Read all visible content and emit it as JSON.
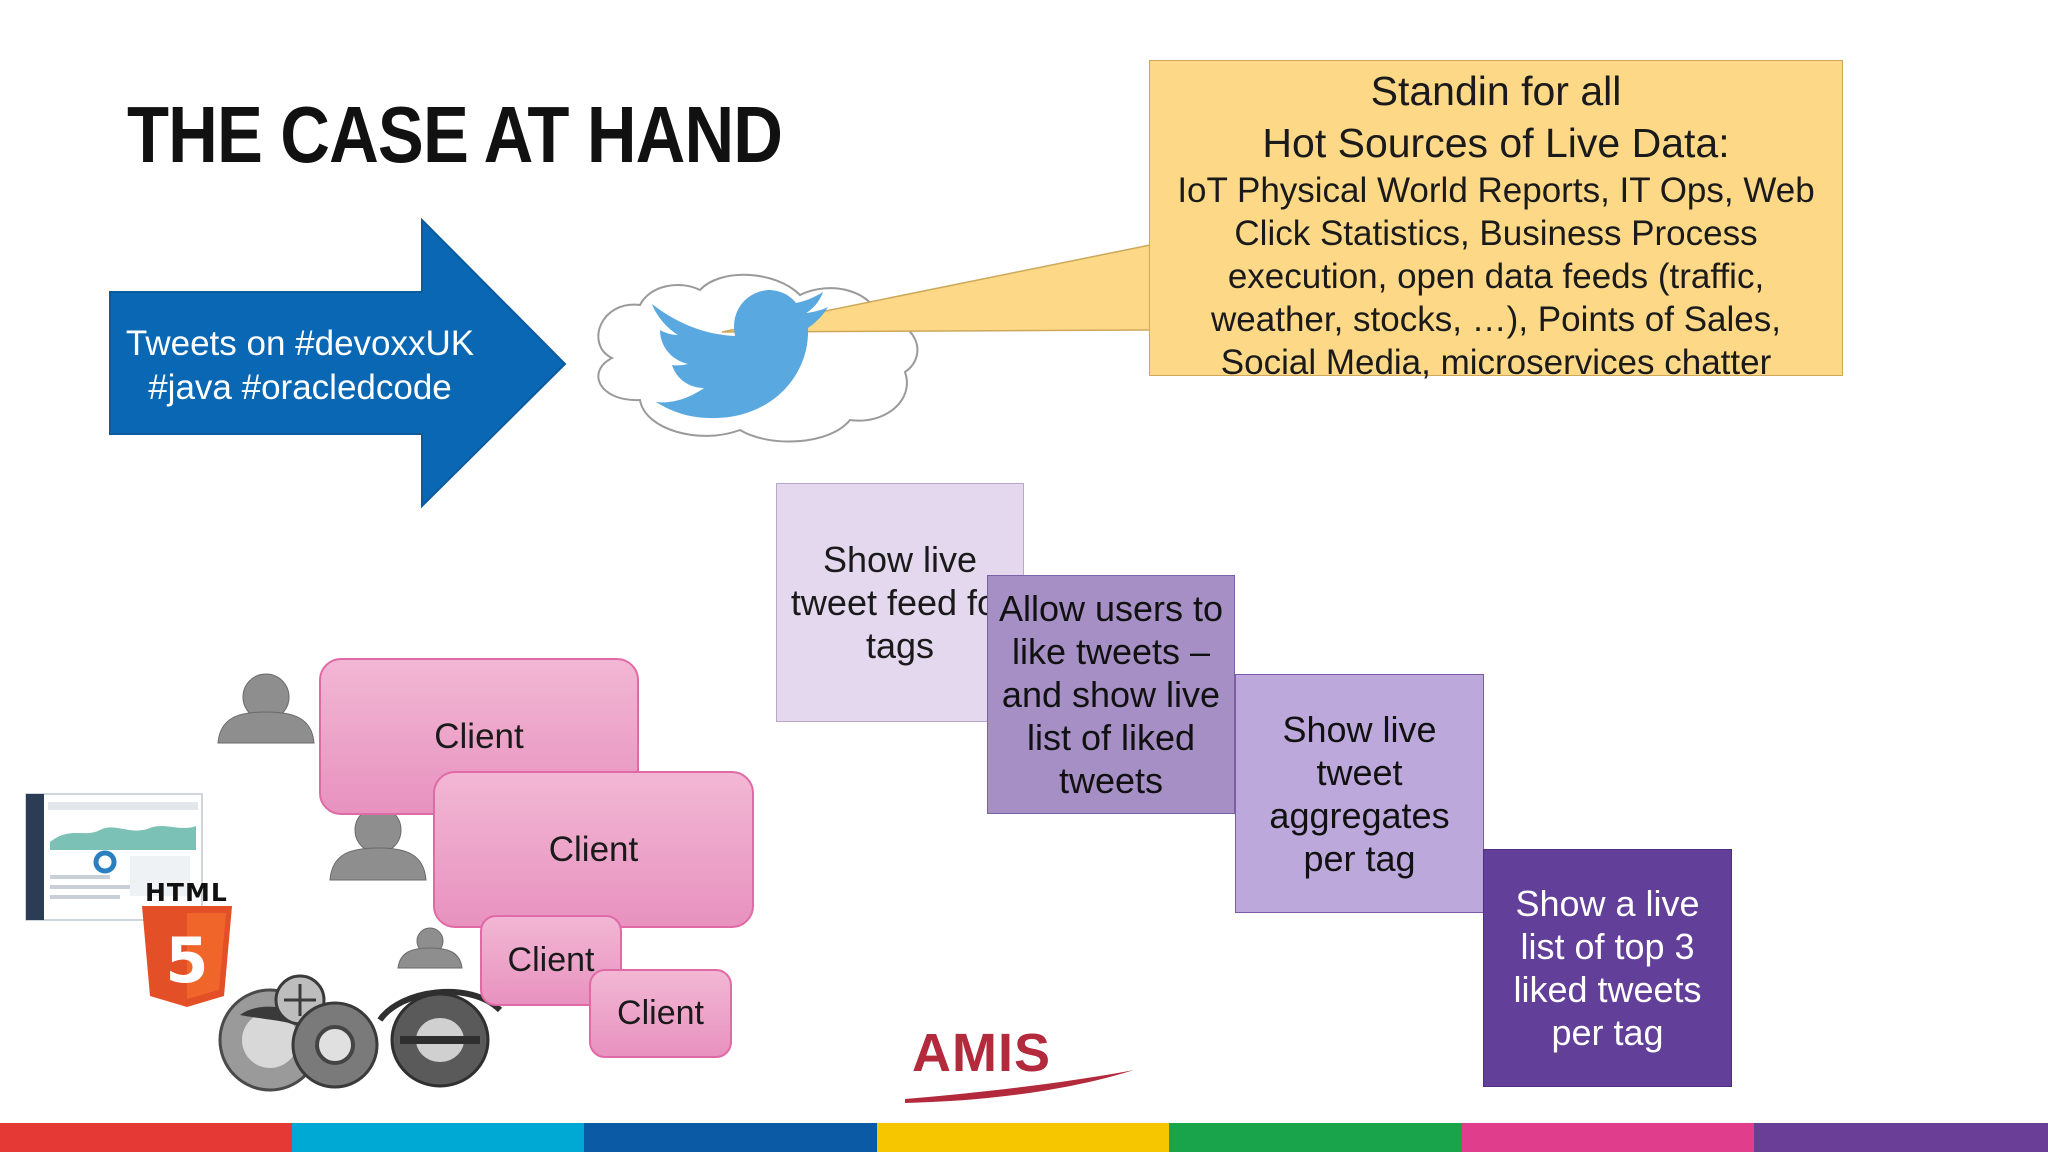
{
  "slide": {
    "title": "THE CASE AT HAND"
  },
  "source_callout": {
    "title_line1": "Standin for all",
    "title_line2": "Hot Sources of Live Data:",
    "body_lines": [
      "IoT Physical World Reports, IT Ops, Web",
      "Click Statistics, Business Process",
      "execution, open data feeds (traffic,",
      "weather, stocks, …), Points of Sales,",
      "Social Media, microservices chatter"
    ]
  },
  "tweets_arrow": {
    "line1": "Tweets on #devoxxUK",
    "line2": "#java #oracledcode"
  },
  "requirements": [
    {
      "lines": [
        "Show live",
        "tweet feed for",
        "tags"
      ]
    },
    {
      "lines": [
        "Allow users to",
        "like tweets –",
        "and show live",
        "list of liked",
        "tweets"
      ]
    },
    {
      "lines": [
        "Show live",
        "tweet",
        "aggregates",
        "per tag"
      ]
    },
    {
      "lines": [
        "Show a live",
        "list of top 3",
        "liked tweets",
        "per tag"
      ]
    }
  ],
  "clients": [
    "Client",
    "Client",
    "Client",
    "Client"
  ],
  "html5_badge": {
    "label": "HTML",
    "digit": "5"
  },
  "logo": {
    "text": "AMIS"
  },
  "icons": [
    "twitter-bird-icon",
    "cloud-icon",
    "user-icon",
    "html5-shield-icon",
    "browser-logos-icon",
    "dashboard-thumbnail"
  ],
  "colors": {
    "arrow_blue": "#0a67b4",
    "callout_yellow": "#fcd887",
    "twitter_blue": "#5aa8e0",
    "client_pink": "#ec9fc7",
    "amis_red": "#b22a3c",
    "stripe": [
      "#e53935",
      "#00a9d4",
      "#0b5aa6",
      "#f6c600",
      "#19a34a",
      "#e03e8c",
      "#6a3d97"
    ]
  }
}
